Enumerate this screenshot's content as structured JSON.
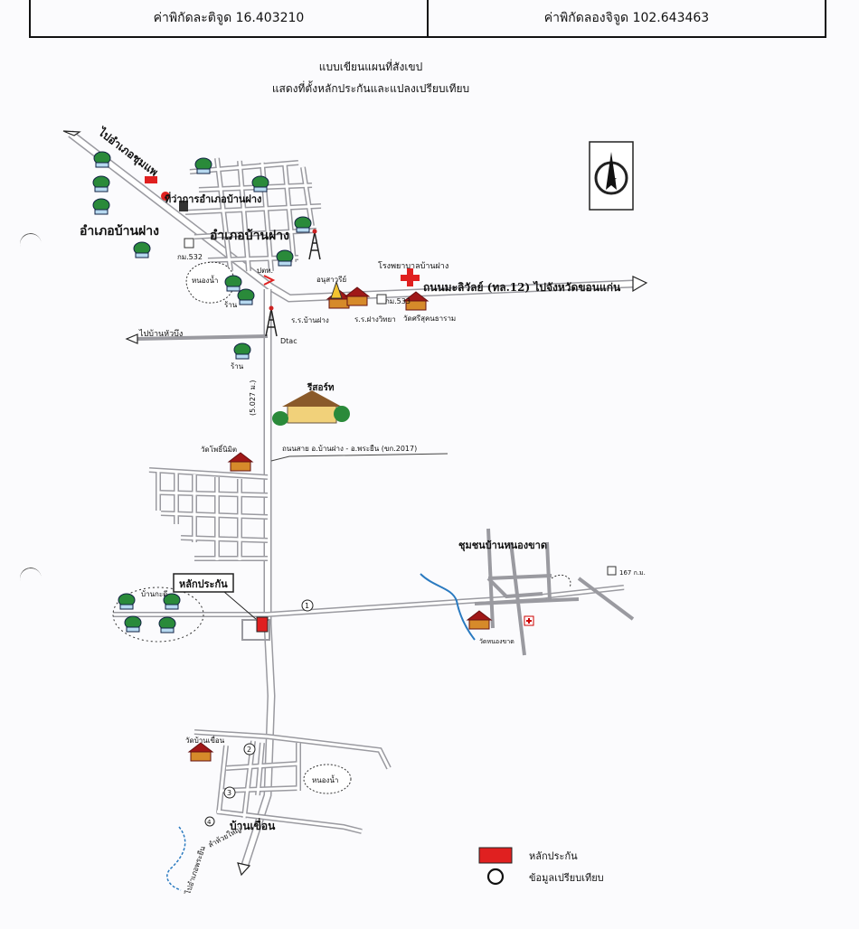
{
  "header": {
    "latitude_label": "ค่าพิกัดละติจูด 16.403210",
    "longitude_label": "ค่าพิกัดลองจิจูด 102.643463"
  },
  "title": {
    "line1": "แบบเขียนแผนที่สังเขป",
    "line2": "แสดงที่ตั้งหลักประกันและแปลงเปรียบเทียบ"
  },
  "labels": {
    "to_khonkaen": "ไปจังหวัดขอนแก่น",
    "to_korat": "ไปอำเภอชุมแพ",
    "district_office": "ที่ว่าการอำเภอบ้านฝาง",
    "district_name_1": "อำเภอบ้านฝาง",
    "district_name_2": "อำเภอบ้านฝาง",
    "km532": "กม.532",
    "km533": "กม.533",
    "hospital": "โรงพยาบาลบ้านฝาง",
    "mitraphap_road": "ถนนมะลิวัลย์ (ทล.12) ไปจังหวัดขอนแก่น",
    "pond_1": "หนองน้ำ",
    "shop": "ร้าน",
    "ptt": "ปตท.",
    "school_1": "ร.ร.บ้านฝาง",
    "school_2": "ร.ร.ฝางวิทยา",
    "temple_1": "วัดศรีสุคนธาราม",
    "monument": "อนุสาวรีย์",
    "to_baan_hua_bueng": "ไปบ้านหัวบึง",
    "dtac": "Dtac",
    "resort": "รีสอร์ท",
    "vertical_road": "(5.027 ม.)",
    "road_label": "ถนนสาย อ.บ้านฝาง - อ.พระยืน (ขก.2017)",
    "temple_2": "วัดโพธิ์นิมิต",
    "community": "ชุมชนบ้านหนองขาด",
    "km167": "167 ก.ม.",
    "collateral_tag": "หลักประกัน",
    "village_west": "บ้านกะดี",
    "temple_east": "วัดหนองขาด",
    "temple_3": "วัดบ้านเขื่อน",
    "pond_2": "หนองน้ำ",
    "ban_khuean": "บ้านเขื่อน",
    "stream": "ลำห้วยใหญ่",
    "to_phra_yuen": "ไปอำเภอพระยืน",
    "pin_1": "1",
    "pin_2": "2",
    "pin_3": "3",
    "pin_4": "4",
    "north": "N"
  },
  "legend": {
    "collateral": "หลักประกัน",
    "comparison": "ข้อมูลเปรียบเทียบ"
  },
  "colors": {
    "collateral_red": "#e02020",
    "road_gray": "#9a9aa0",
    "tree_green": "#2a8a3a",
    "temple_red": "#a01818",
    "water_blue": "#2a7ac0"
  }
}
